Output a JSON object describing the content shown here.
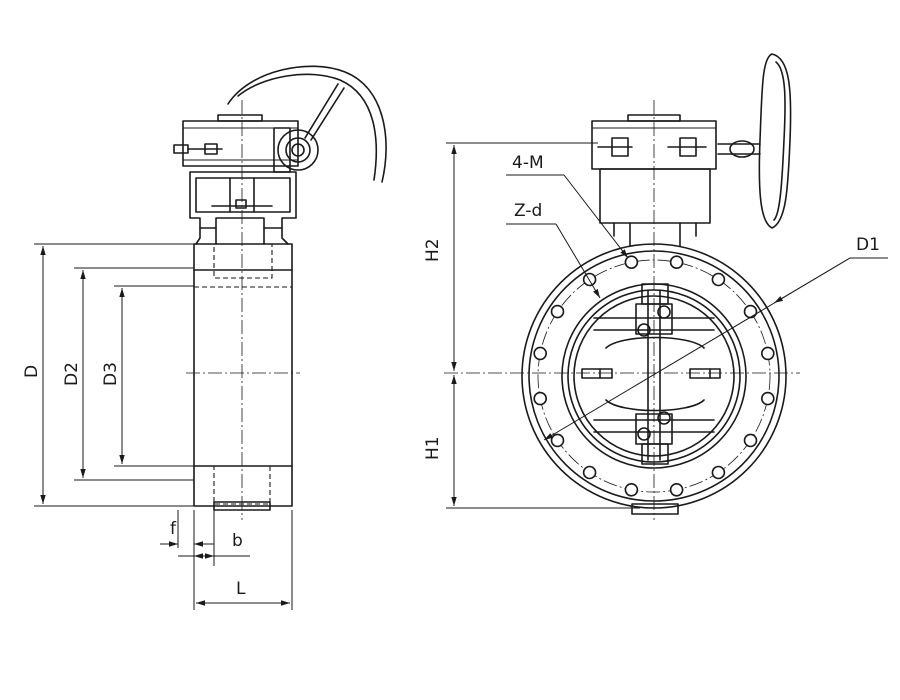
{
  "labels": {
    "D": "D",
    "D2": "D2",
    "D3": "D3",
    "f": "f",
    "b": "b",
    "L": "L",
    "H1": "H1",
    "H2": "H2",
    "holes_M": "4-M",
    "holes_Z": "Z-d",
    "D1": "D1"
  },
  "colors": {
    "ink": "#1a1a1a",
    "paper": "#ffffff"
  }
}
